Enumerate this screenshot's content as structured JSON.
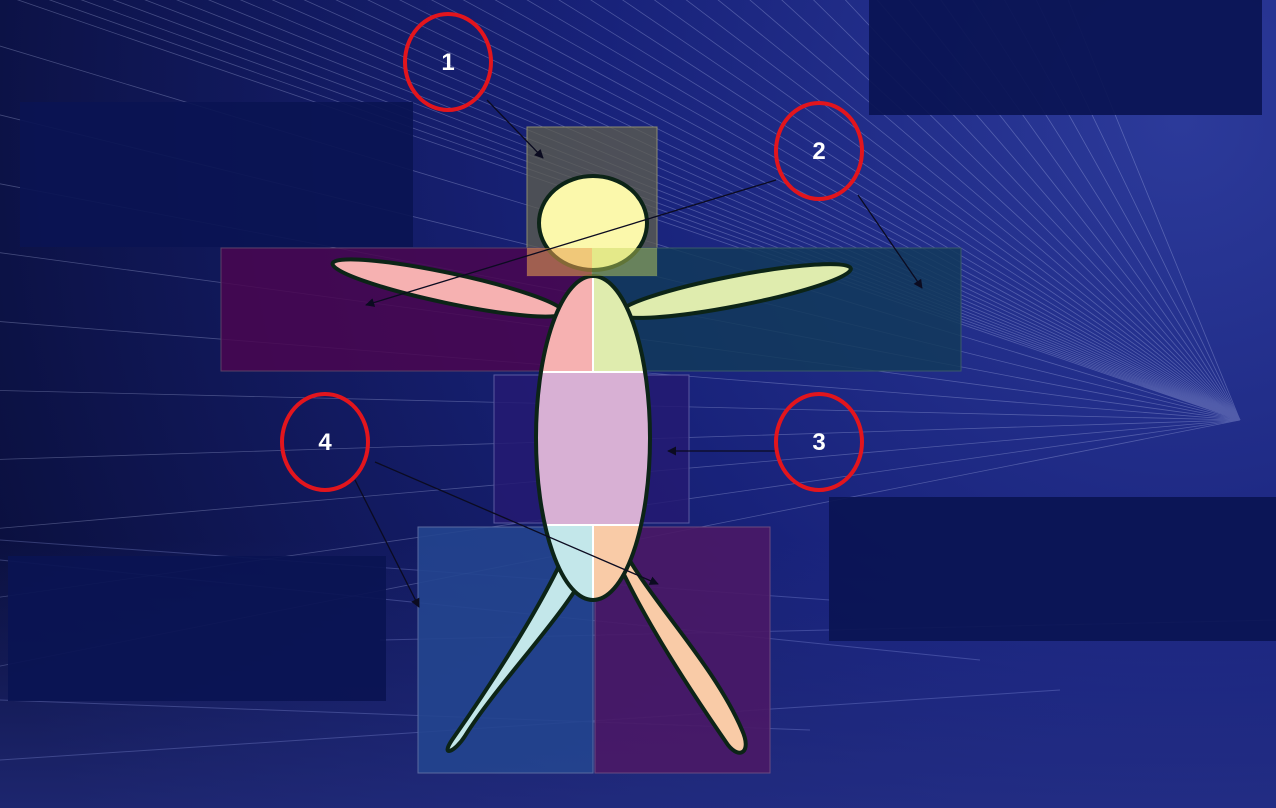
{
  "diagram": {
    "callouts": [
      {
        "id": "1",
        "label": "1"
      },
      {
        "id": "2",
        "label": "2"
      },
      {
        "id": "3",
        "label": "3"
      },
      {
        "id": "4",
        "label": "4"
      }
    ],
    "regions": [
      {
        "id": "head",
        "color": "#5f5f4c"
      },
      {
        "id": "left-arm",
        "color": "#4a0650"
      },
      {
        "id": "right-arm",
        "color": "#123a5a"
      },
      {
        "id": "torso",
        "color": "#241a72"
      },
      {
        "id": "left-leg",
        "color": "#24458f"
      },
      {
        "id": "right-leg",
        "color": "#4a1866"
      }
    ],
    "body_colors": {
      "head": "#fbf8ab",
      "left_arm": "#f6b1b1",
      "right_arm": "#dfecae",
      "upper_torso_left": "#f6b1b1",
      "upper_torso_right": "#dfecae",
      "abdomen": "#d8b0d4",
      "left_leg": "#c3e7ea",
      "right_leg": "#f9cba7",
      "outline": "#0c2417",
      "callout_ring": "#e2151d",
      "text_box": "#0a1452"
    },
    "text_boxes": [
      {
        "id": "top-left",
        "text": ""
      },
      {
        "id": "top-right",
        "text": ""
      },
      {
        "id": "bottom-left",
        "text": ""
      },
      {
        "id": "right-middle",
        "text": ""
      }
    ]
  }
}
